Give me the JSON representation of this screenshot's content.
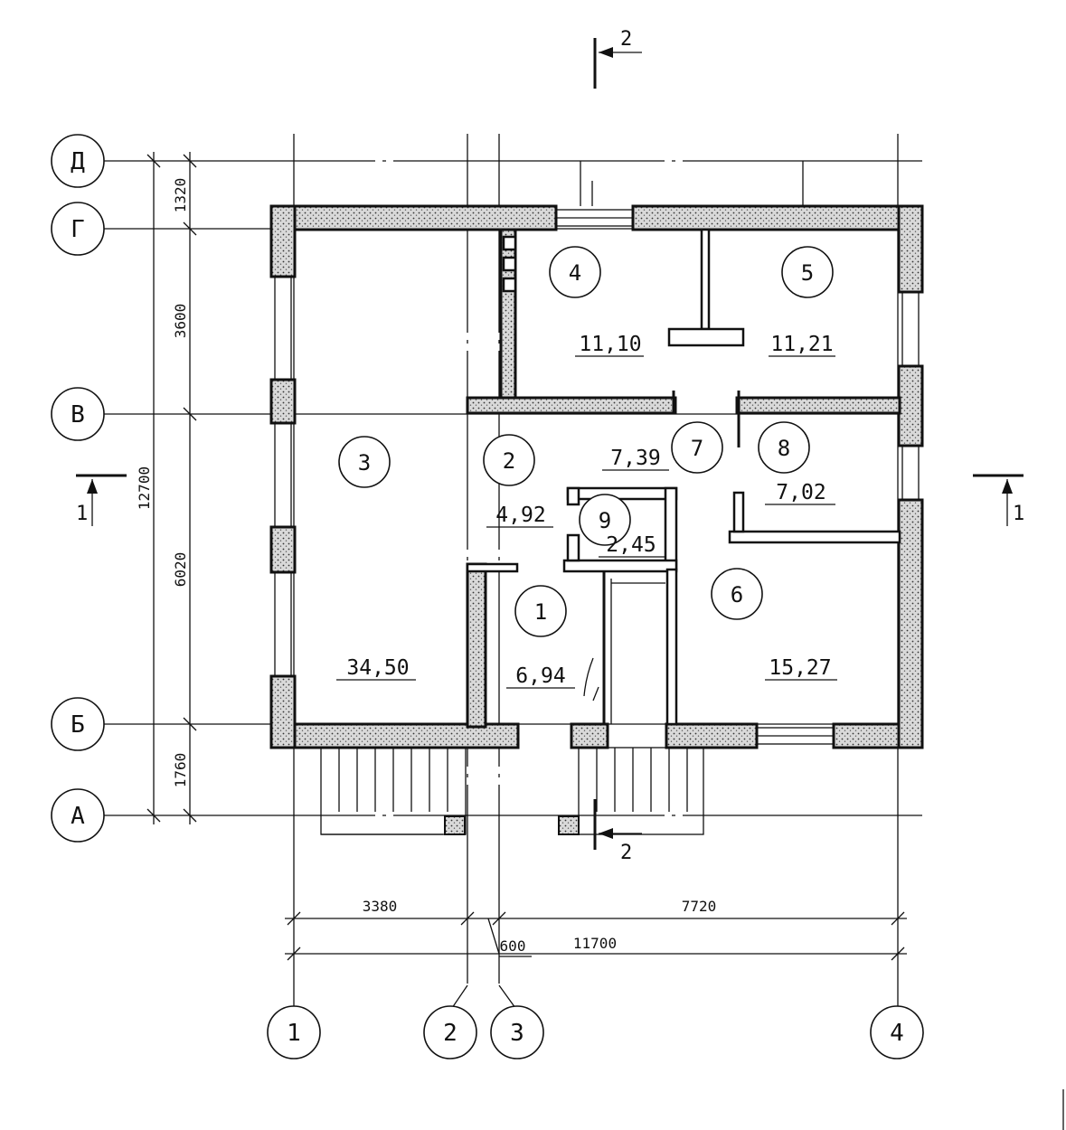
{
  "axes": {
    "horizontal": [
      "Д",
      "Г",
      "В",
      "Б",
      "А"
    ],
    "vertical": [
      "1",
      "2",
      "3",
      "4"
    ]
  },
  "dimensions": {
    "left_segments": [
      "1320",
      "3600",
      "6020",
      "1760"
    ],
    "left_total": "12700",
    "bottom_segments": [
      "3380",
      "600",
      "7720"
    ],
    "bottom_total": "11700"
  },
  "rooms": [
    {
      "number": "1",
      "area": "6,94"
    },
    {
      "number": "2",
      "area": "4,92"
    },
    {
      "number": "3",
      "area": "34,50"
    },
    {
      "number": "4",
      "area": "11,10"
    },
    {
      "number": "5",
      "area": "11,21"
    },
    {
      "number": "6",
      "area": "15,27"
    },
    {
      "number": "7",
      "area": "7,39"
    },
    {
      "number": "8",
      "area": "7,02"
    },
    {
      "number": "9",
      "area": "2,45"
    }
  ],
  "sections": {
    "cut_1": "1",
    "cut_2": "2"
  },
  "colors": {
    "line": "#111111",
    "background": "#ffffff"
  }
}
